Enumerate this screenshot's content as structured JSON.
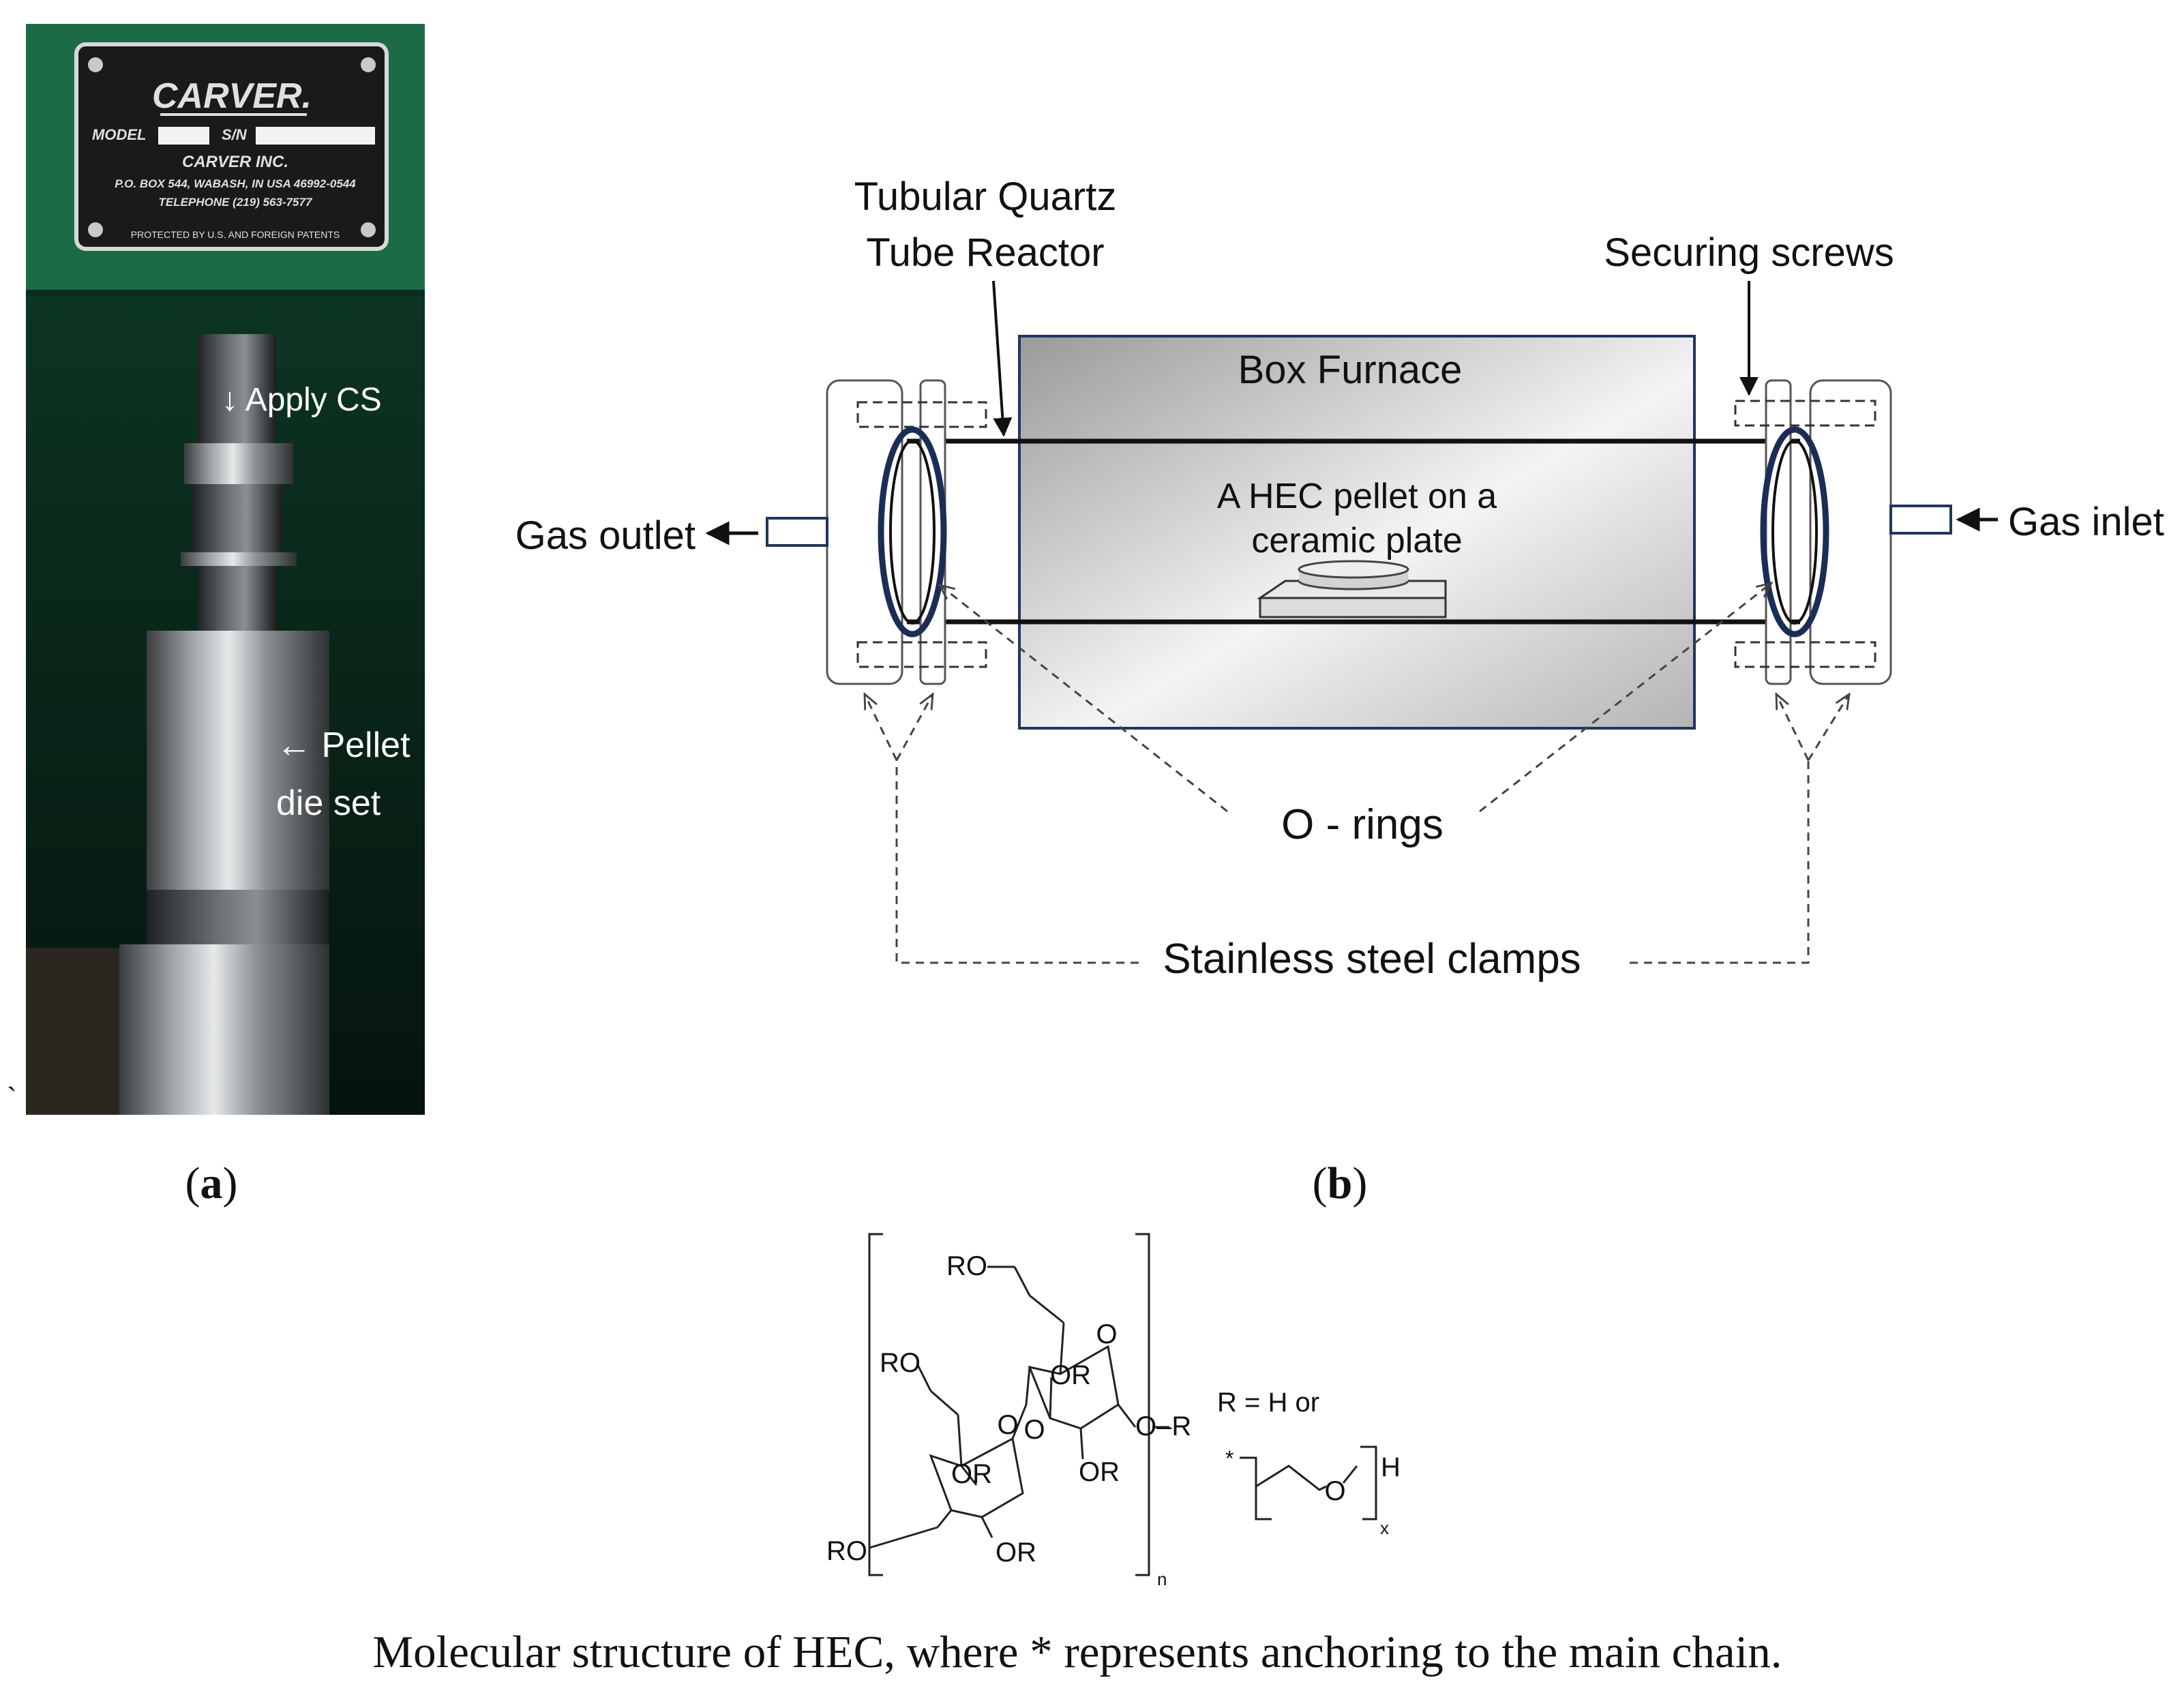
{
  "panel_a": {
    "plate": {
      "brand": "CARVER.",
      "model_label": "MODEL",
      "sn_label": "S/N",
      "company": "CARVER INC.",
      "address": "P.O. BOX 544, WABASH, IN USA 46992-0544",
      "telephone": "TELEPHONE (219) 563-7577",
      "patents": "PROTECTED BY U.S. AND FOREIGN PATENTS"
    },
    "apply_cs": "↓ Apply CS",
    "pellet_line1": "← Pellet",
    "pellet_line2": "die set",
    "tick_mark": "`",
    "caption_letter": "a"
  },
  "panel_b": {
    "reactor_line1": "Tubular Quartz",
    "reactor_line2": "Tube Reactor",
    "securing_screws": "Securing screws",
    "box_furnace": "Box Furnace",
    "pellet_line1": "A HEC pellet on a",
    "pellet_line2": "ceramic plate",
    "gas_outlet": "Gas outlet",
    "gas_inlet": "Gas inlet",
    "o_rings": "O - rings",
    "clamps": "Stainless steel clamps",
    "caption_letter": "b"
  },
  "molecule": {
    "ro_top": "RO",
    "ro_left": "RO",
    "ro_bottom_left": "RO",
    "or_upper_ring": "OR",
    "or_upper_ring_bottom": "OR",
    "or_lower_ring": "OR",
    "or_lower_ring_bottom": "OR",
    "o_ring_upper": "O",
    "o_ring_lower": "O",
    "o_link": "O",
    "o_r_end": "O–R",
    "subscript_n": "n",
    "r_def": "R = H or",
    "star": "*",
    "chain_o": "O",
    "chain_h": "H",
    "subscript_x": "x"
  },
  "caption": "Molecular structure of HEC, where * represents anchoring to the main chain."
}
